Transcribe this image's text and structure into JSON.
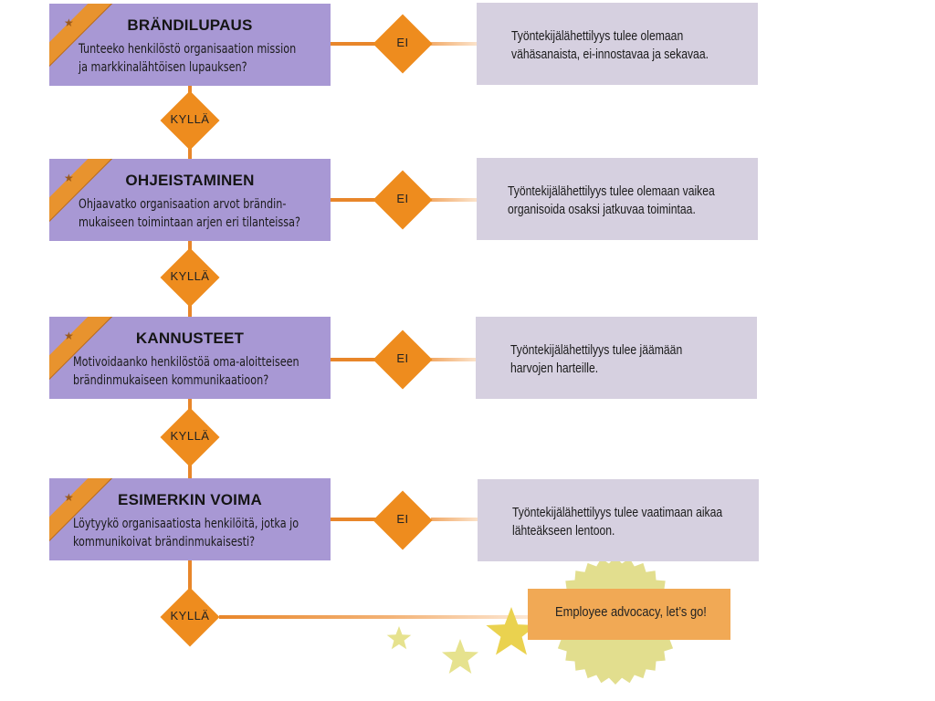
{
  "flow": {
    "steps": [
      {
        "title": "BRÄNDILUPAUS",
        "question_line1": "Tunteeko henkilöstö organisaation mission",
        "question_line2": "ja markkinalähtöisen lupauksen?",
        "no_label": "EI",
        "outcome_line1": "Työntekijälähettilyys tulee olemaan",
        "outcome_line2": "vähäsanaista, ei-innostavaa ja sekavaa.",
        "yes_label": "KYLLÄ"
      },
      {
        "title": "OHJEISTAMINEN",
        "question_line1": "Ohjaavatko organisaation arvot brändin-",
        "question_line2": "mukaiseen toimintaan arjen eri tilanteissa?",
        "no_label": "EI",
        "outcome_line1": "Työntekijälähettilyys tulee olemaan vaikea",
        "outcome_line2": "organisoida osaksi jatkuvaa toimintaa.",
        "yes_label": "KYLLÄ"
      },
      {
        "title": "KANNUSTEET",
        "question_line1": "Motivoidaanko henkilöstöä oma-aloitteiseen",
        "question_line2": "brändinmukaiseen kommunikaatioon?",
        "no_label": "EI",
        "outcome_line1": "Työntekijälähettilyys tulee jäämään",
        "outcome_line2": "harvojen harteille.",
        "yes_label": "KYLLÄ"
      },
      {
        "title": "ESIMERKIN VOIMA",
        "question_line1": "Löytyykö organisaatiosta henkilöitä, jotka jo",
        "question_line2": "kommunikoivat brändinmukaisesti?",
        "no_label": "EI",
        "outcome_line1": "Työntekijälähettilyys tulee vaatimaan aikaa",
        "outcome_line2": "lähteäkseen lentoon.",
        "yes_label": "KYLLÄ"
      }
    ],
    "final": {
      "text": "Employee advocacy, let’s go!"
    }
  },
  "colors": {
    "question_box": "#a898d4",
    "outcome_box": "#d6d0e0",
    "diamond": "#ee8c1e",
    "connector": "#e8862a",
    "final_box": "#f1a955",
    "seal": "#e2de8e",
    "star_yellow": "#ead24f",
    "star_pale": "#e6e28e"
  }
}
